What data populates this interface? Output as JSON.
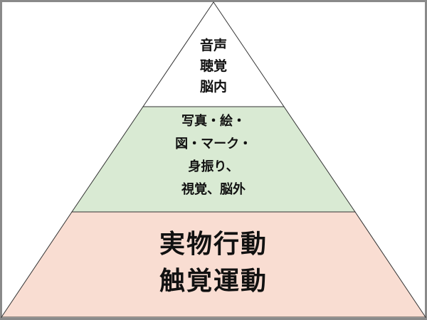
{
  "tiers": [
    {
      "lines": [
        "音声",
        "聴覚",
        "脳内"
      ],
      "color": "#ffffff"
    },
    {
      "lines": [
        "写真・絵・",
        "図・マーク・",
        "身振り、",
        "視覚、脳外"
      ],
      "color": "#d9ead3"
    },
    {
      "lines": [
        "実物行動",
        "触覚運動"
      ],
      "color": "#f9ddd2"
    }
  ]
}
